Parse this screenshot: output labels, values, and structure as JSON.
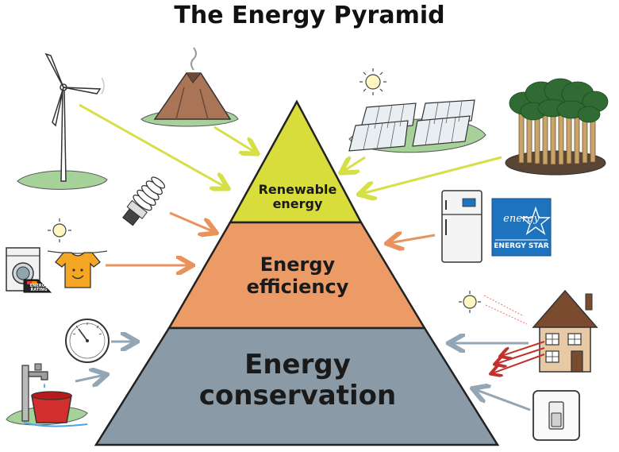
{
  "title": "The Energy Pyramid",
  "tiers": {
    "top": "Renewable energy",
    "middle": "Energy efficiency",
    "bottom": "Energy conservation"
  },
  "energy_star": {
    "script": "energy",
    "label": "ENERGY STAR"
  },
  "washer_badge": "ENERGY RATING",
  "colors": {
    "renewable": "#d9dd3c",
    "efficiency": "#ec9a66",
    "conservation": "#8a9aa6",
    "arrow_yellow": "#d6df45",
    "arrow_orange": "#e8935e",
    "arrow_blue": "#93a6b5",
    "arrow_red": "#c0322b",
    "energy_star_blue": "#1e73be"
  },
  "icons": {
    "wind_turbine": "wind-turbine-icon",
    "volcano": "volcano-geothermal-icon",
    "solar_panels": "solar-panels-icon",
    "biomass": "biomass-crops-icon",
    "light_bulb": "cfl-bulb-icon",
    "clothesline": "clothesline-shirt-icon",
    "washer": "washing-machine-icon",
    "fridge": "refrigerator-icon",
    "energy_star": "energy-star-icon",
    "house": "house-icon",
    "thermostat": "thermostat-icon",
    "faucet": "faucet-bucket-icon",
    "light_switch": "light-switch-icon"
  }
}
